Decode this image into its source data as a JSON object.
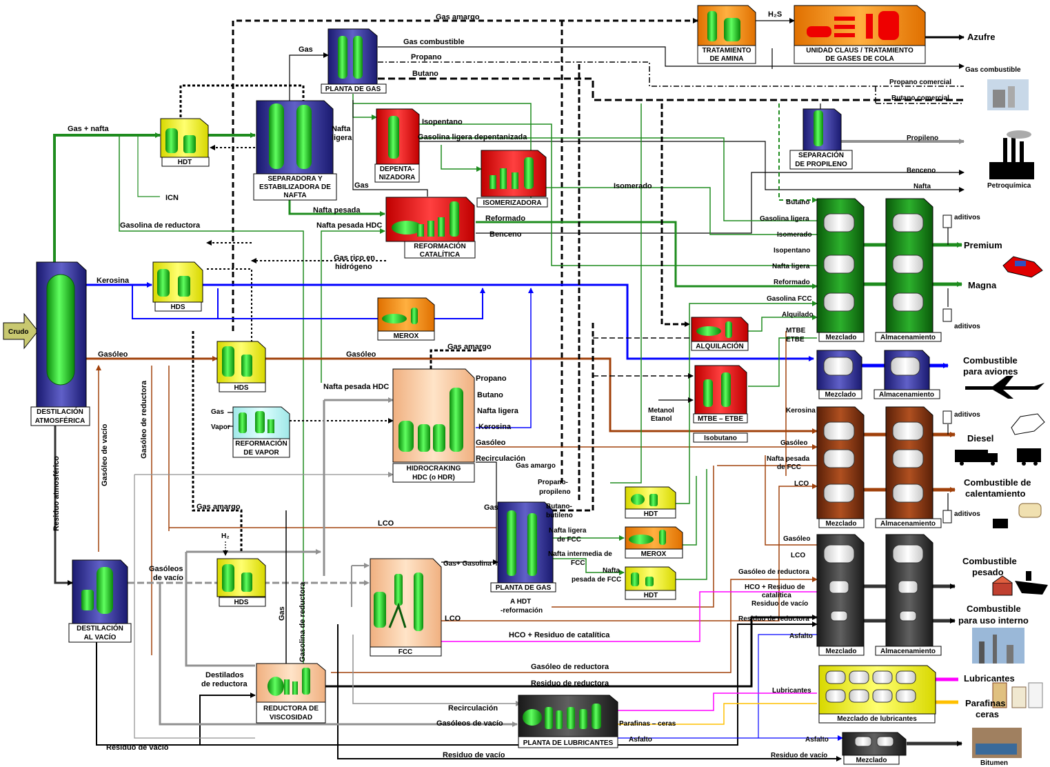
{
  "colors": {
    "green_unit": "#1e8c1e",
    "blue_unit": "#3a3aa0",
    "yellow_unit": "#ffff40",
    "red_unit": "#ff2a2a",
    "orange_unit": "#ff9a1a",
    "peach_unit": "#ffd0a0",
    "brown_unit": "#8b3a10",
    "gray_unit": "#3a3a3a",
    "kerosene_line": "#0000ff",
    "gasoil_line": "#a0400a",
    "hco_line": "#ff00ff",
    "paraffin_line": "#ffc000",
    "lube_arrow": "#ff00ff"
  },
  "units": {
    "crudo": "Crudo",
    "destilacion_atm": [
      "DESTILACIÓN",
      "ATMOSFÉRICA"
    ],
    "destilacion_vacio": [
      "DESTILACIÓN",
      "AL VACÍO"
    ],
    "hdt_top": "HDT",
    "separadora": [
      "SEPARADORA Y",
      "ESTABILIZADORA DE",
      "NAFTA"
    ],
    "planta_gas_top": "PLANTA DE GAS",
    "depentanizadora": [
      "DEPENTA-",
      "NIZADORA"
    ],
    "isomerizadora": "ISOMERIZADORA",
    "reformacion": [
      "REFORMACIÓN",
      "CATALÍTICA"
    ],
    "tratamiento_amina": [
      "TRATAMIENTO",
      "DE AMINA"
    ],
    "claus": [
      "UNIDAD CLAUS / TRATAMIENTO",
      "DE GASES DE COLA"
    ],
    "separacion_propileno": [
      "SEPARACIÓN",
      "DE PROPILENO"
    ],
    "hds_kero": "HDS",
    "merox_top": "MEROX",
    "hds_gasoleo": "HDS",
    "reformacion_vapor": [
      "REFORMACIÓN",
      "DE VAPOR"
    ],
    "hidrocraking": [
      "HIDROCRAKING",
      "HDC (o HDR)"
    ],
    "alquilacion": "ALQUILACIÓN",
    "mtbe": "MTBE – ETBE",
    "isobutano_box": "Isobutano",
    "planta_gas_fcc": "PLANTA DE GAS",
    "hdt_fcc1": "HDT",
    "merox_fcc": "MEROX",
    "hdt_fcc2": "HDT",
    "hds_vacio": "HDS",
    "fcc": "FCC",
    "reductora": [
      "REDUCTORA DE",
      "VISCOSIDAD"
    ],
    "lubricantes_plant": "PLANTA DE LUBRICANTES",
    "mezclado": "Mezclado",
    "almacenamiento": "Almacenamiento",
    "mezclado_lubricantes": "Mezclado de lubricantes"
  },
  "streams": {
    "gas_amargo": "Gas amargo",
    "gas_combustible": "Gas combustible",
    "propano": "Propano",
    "butano": "Butano",
    "gas": "Gas",
    "gas_nafta": "Gas + nafta",
    "icn": "ICN",
    "nafta_ligera": [
      "Nafta",
      "ligera"
    ],
    "isopentano": "Isopentano",
    "gasolina_ligera_dep": "Gasolina ligera depentanizada",
    "nafta_pesada": "Nafta pesada",
    "nafta_pesada_hdc": "Nafta pesada HDC",
    "gasolina_reductora": "Gasolina de reductora",
    "reformado": "Reformado",
    "benceno": "Benceno",
    "gas_rico": [
      "Gas rico en",
      "hidrógeno"
    ],
    "isomerado": "Isomerado",
    "kerosina": "Kerosina",
    "gasoleo": "Gasóleo",
    "h2s": "H₂S",
    "propano_comercial": "Propano comercial",
    "butano_comercial": "Butano comercial",
    "propileno": "Propileno",
    "nafta": "Nafta",
    "hdc_propano": "Propano",
    "hdc_butano": "Butano",
    "hdc_nafta_ligera": "Nafta ligera",
    "hdc_kerosina": "Kerosina",
    "hdc_gasoleo": "Gasóleo",
    "recirculacion": "Recirculación",
    "gas_vapor": "Gas",
    "vapor": "Vapor",
    "metanol_etanol": [
      "Metanol",
      "Etanol"
    ],
    "propano_propileno": [
      "Propano-",
      "propileno"
    ],
    "butano_butileno": [
      "Butano-",
      "butileno"
    ],
    "nafta_ligera_fcc": [
      "Nafta ligera",
      "de FCC"
    ],
    "nafta_intermedia_fcc": [
      "Nafta intermedia de",
      "FCC"
    ],
    "nafta_pesada_fcc": [
      "Nafta",
      "pesada de FCC"
    ],
    "a_hdt": [
      "A HDT",
      "-reformación"
    ],
    "gas_gasolina": "Gas+ Gasolina",
    "lco": "LCO",
    "hco_residuo": "HCO + Residuo de catalítica",
    "h2": "H₂",
    "gasoleos_vacio": [
      "Gasóleos",
      "de vacío"
    ],
    "gasoleo_vacio_v": "Gasóleo de vacío",
    "residuo_atm_v": "Residuo atmosférico",
    "gasoleo_reductora_v": "Gasóleo de reductora",
    "gasolina_reductora_v": "Gasolina de reductora",
    "gas_v": "Gas",
    "destilados_reductora": [
      "Destilados",
      "de reductora"
    ],
    "gasoleo_reductora": "Gasóleo de reductora",
    "residuo_reductora": "Residuo de reductora",
    "residuo_vacio": "Residuo de vacío",
    "gasoleos_vacio_h": "Gasóleos de vacío",
    "parafinas_ceras": "Parafinas – ceras",
    "asfalto": "Asfalto",
    "mix_butano": "Butano",
    "mix_gasolina_ligera": "Gasolina ligera",
    "mix_isomerado": "Isomerado",
    "mix_isopentano": "Isopentano",
    "mix_nafta_ligera": "Nafta ligera",
    "mix_reformado": "Reformado",
    "mix_gasolina_fcc": "Gasolina FCC",
    "mix_alquilado": "Alquilado",
    "mix_mtbe": [
      "MTBE",
      "ETBE"
    ],
    "mix_kerosina": "Kerosina",
    "mix_gasoleo": "Gasóleo",
    "mix_nafta_pesada_fcc": [
      "Nafta pesada",
      "de FCC"
    ],
    "mix_lco": "LCO",
    "mix2_gasoleo": "Gasóleo",
    "mix2_lco": "LCO",
    "mix_gasoleo_reductora": "Gasóleo de reductora",
    "mix_hco": [
      "HCO + Residuo de",
      "catalítica"
    ],
    "mix_residuo_vacio": "Residuo de vacío",
    "mix_residuo_reductora": "Residuo de reductora",
    "mix_asfalto": "Asfalto",
    "mix_lubricantes": "Lubricantes",
    "mix_asfalto2": "Asfalto",
    "mix_residuo_vacio2": "Residuo de vacío",
    "aditivos": "aditivos"
  },
  "products": {
    "azufre": "Azufre",
    "gas_combustible": "Gas combustible",
    "petroquimica": "Petroquímica",
    "premium": "Premium",
    "magna": "Magna",
    "combustible_aviones": [
      "Combustible",
      "para aviones"
    ],
    "diesel": "Diesel",
    "combustible_calentamiento": [
      "Combustible de",
      "calentamiento"
    ],
    "combustible_pesado": [
      "Combustible",
      "pesado"
    ],
    "combustible_interno": [
      "Combustible",
      "para uso interno"
    ],
    "lubricantes": "Lubricantes",
    "parafinas_ceras": [
      "Parafinas",
      "ceras"
    ],
    "bitumen": "Bitumen"
  }
}
